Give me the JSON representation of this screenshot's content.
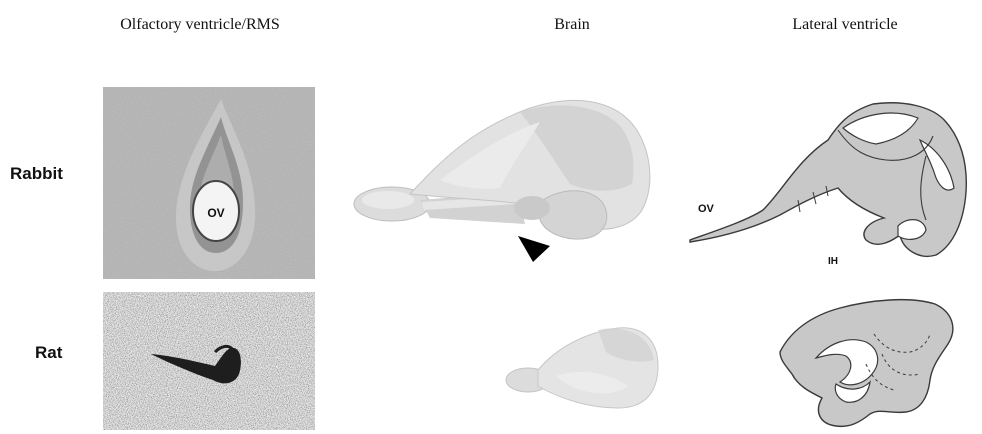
{
  "columns": {
    "olfactory": "Olfactory ventricle/RMS",
    "brain": "Brain",
    "lateral": "Lateral ventricle"
  },
  "rows": {
    "rabbit": "Rabbit",
    "rat": "Rat"
  },
  "labels": {
    "ov_micrograph": "OV",
    "ov_ventricle": "OV",
    "ih": "IH"
  }
}
